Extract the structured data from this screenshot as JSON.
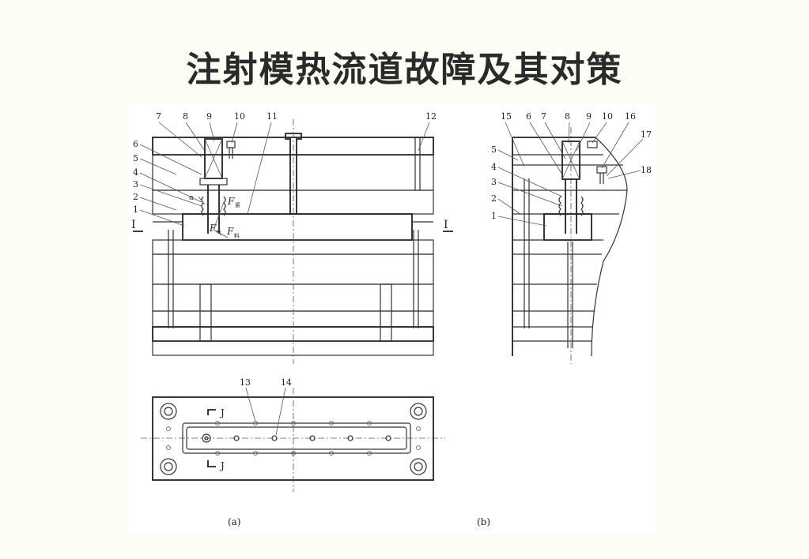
{
  "title": "注射模热流道故障及其对策",
  "view_a": {
    "part_numbers": [
      "7",
      "8",
      "9",
      "10",
      "11",
      "12",
      "6",
      "5",
      "4",
      "3",
      "2",
      "1"
    ],
    "section_mark_left": "I",
    "section_mark_right": "I",
    "angle_label": "α",
    "force_upper": "F",
    "force_upper_sub": "紧",
    "force_lower_left": "F",
    "force_lower_left_sub": "气",
    "force_lower_right": "F",
    "force_lower_right_sub": "料",
    "caption": "(a)"
  },
  "plan_view": {
    "part_numbers": [
      "13",
      "14"
    ],
    "section_mark_top": "J",
    "section_mark_bottom": "J"
  },
  "view_b": {
    "part_numbers": [
      "15",
      "6",
      "7",
      "8",
      "9",
      "10",
      "16",
      "17",
      "18",
      "5",
      "4",
      "3",
      "2",
      "1"
    ],
    "caption": "(b)"
  },
  "colors": {
    "background": "#fdfdf5",
    "figure_bg": "#ffffff",
    "title": "#2a2a2a",
    "line": "#333333"
  }
}
